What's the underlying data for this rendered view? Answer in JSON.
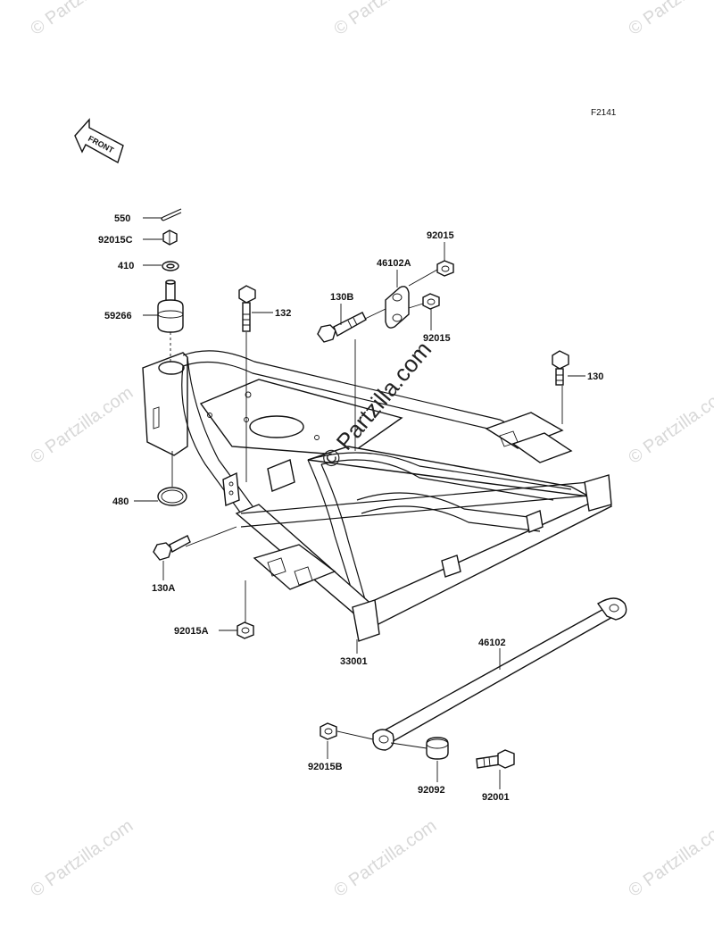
{
  "figure_code": "F2141",
  "front_label": "FRONT",
  "watermark": "© Partzilla.com",
  "center_watermark": "© Partzilla.com",
  "labels": {
    "p550": "550",
    "p92015C": "92015C",
    "p410": "410",
    "p59266": "59266",
    "p132": "132",
    "p130B": "130B",
    "p46102A": "46102A",
    "p92015_top": "92015",
    "p92015_mid": "92015",
    "p130": "130",
    "p480": "480",
    "p130A": "130A",
    "p92015A": "92015A",
    "p33001": "33001",
    "p46102": "46102",
    "p92015B": "92015B",
    "p92092": "92092",
    "p92001": "92001"
  }
}
